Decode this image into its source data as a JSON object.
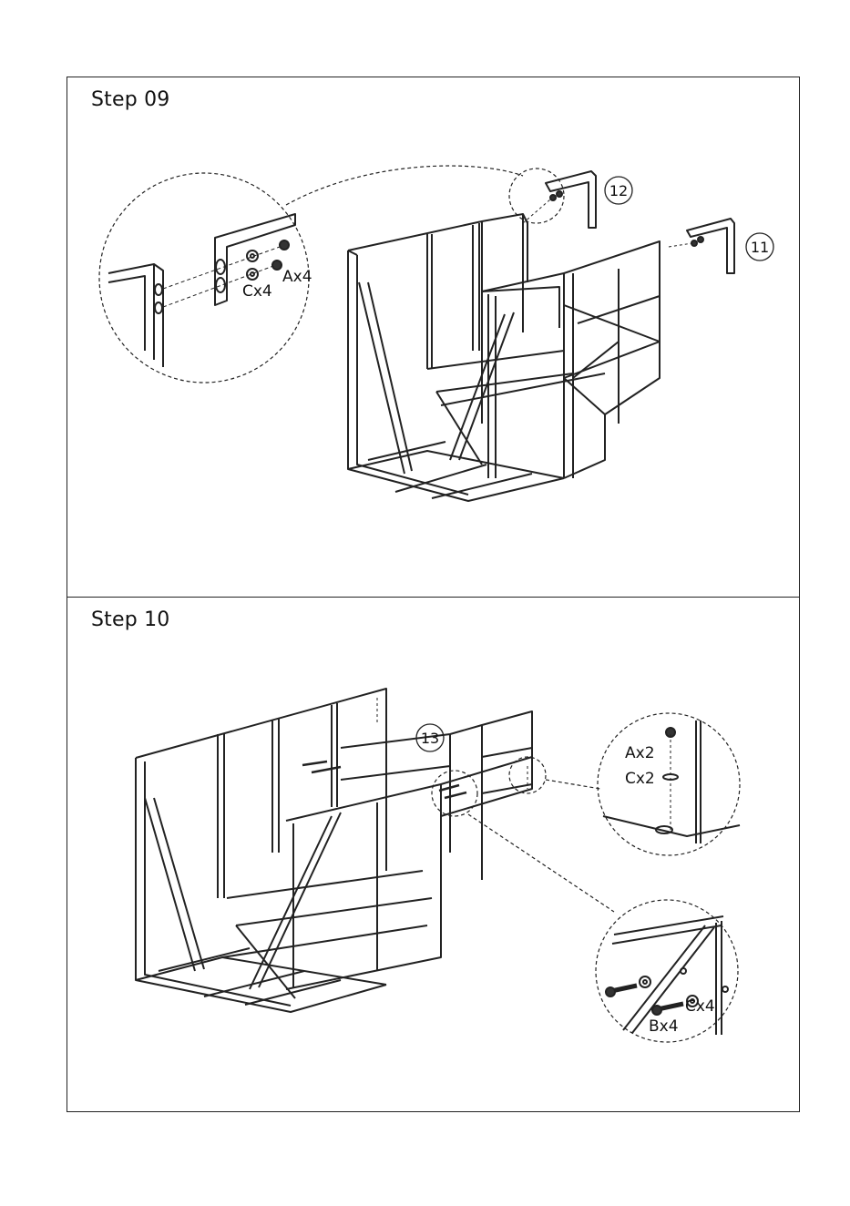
{
  "steps": [
    {
      "title": "Step 09",
      "part_labels": [
        "12",
        "11"
      ],
      "hardware": {
        "bolt": "Ax4",
        "washer": "Cx4"
      }
    },
    {
      "title": "Step 10",
      "part_labels": [
        "13"
      ],
      "hardware_top": {
        "bolt": "Ax2",
        "washer": "Cx2"
      },
      "hardware_bottom": {
        "bolt": "Bx4",
        "washer": "Cx4"
      }
    }
  ]
}
